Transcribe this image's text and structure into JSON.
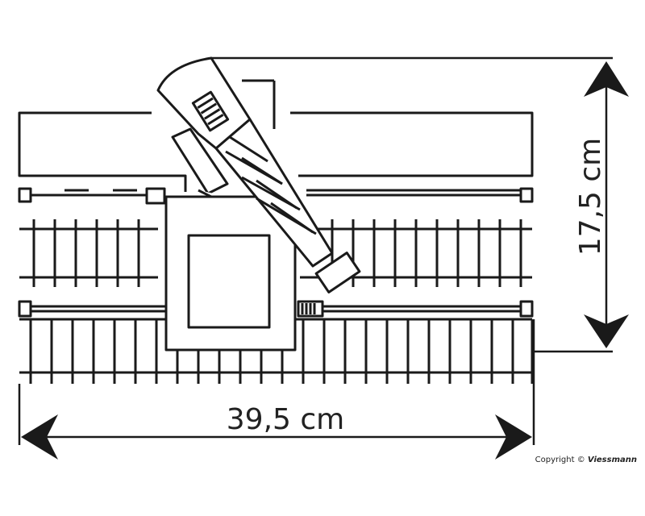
{
  "dimensions": {
    "width_label": "39,5 cm",
    "height_label": "17,5 cm"
  },
  "copyright": {
    "prefix": "Copyright ©",
    "brand": "Viessmann"
  },
  "colors": {
    "line": "#1a1a1a",
    "background": "#ffffff"
  }
}
